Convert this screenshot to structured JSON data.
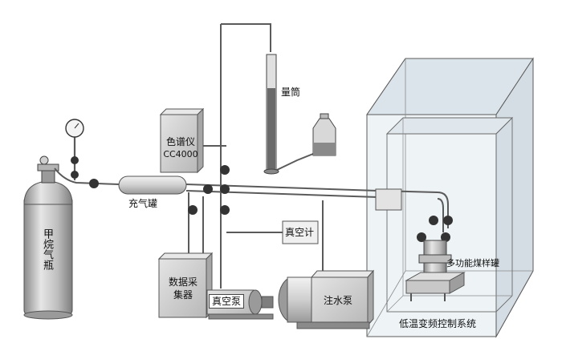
{
  "labels": {
    "gas_bottle": "甲烷气瓶",
    "chromatograph_line1": "色谱仪",
    "chromatograph_line2": "CC4000",
    "graduated_cylinder": "量筒",
    "gas_tank": "充气罐",
    "vacuum_gauge": "真空计",
    "data_acquisition_line1": "数据采",
    "data_acquisition_line2": "集器",
    "vacuum_pump": "真空泵",
    "water_injection_pump": "注水泵",
    "coal_sample_tank": "多功能煤样罐",
    "control_system": "低温变频控制系统"
  },
  "colors": {
    "equipment_fill": "#cfcfcf",
    "equipment_dark": "#8e8e8e",
    "pipe": "#5a5a5a",
    "chamber_glass": "#dde7ee",
    "text": "#111111"
  }
}
